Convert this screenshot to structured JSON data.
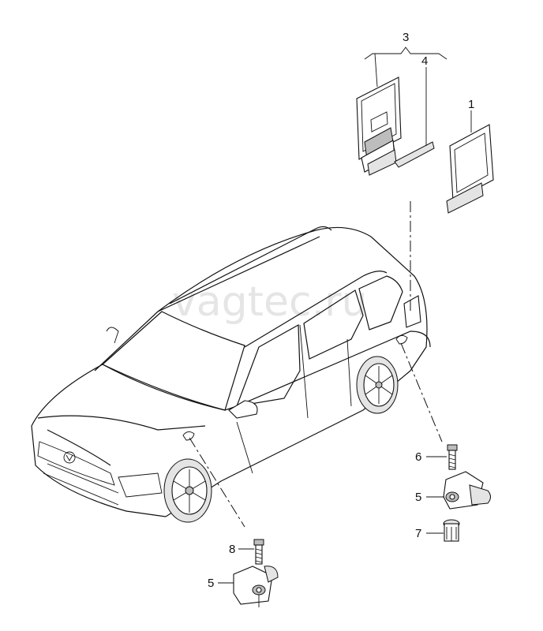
{
  "watermark": "vagtec.ru",
  "callouts": {
    "c1": "1",
    "c3": "3",
    "c4": "4",
    "c5_right": "5",
    "c5_left": "5",
    "c6": "6",
    "c7": "7",
    "c8": "8"
  }
}
